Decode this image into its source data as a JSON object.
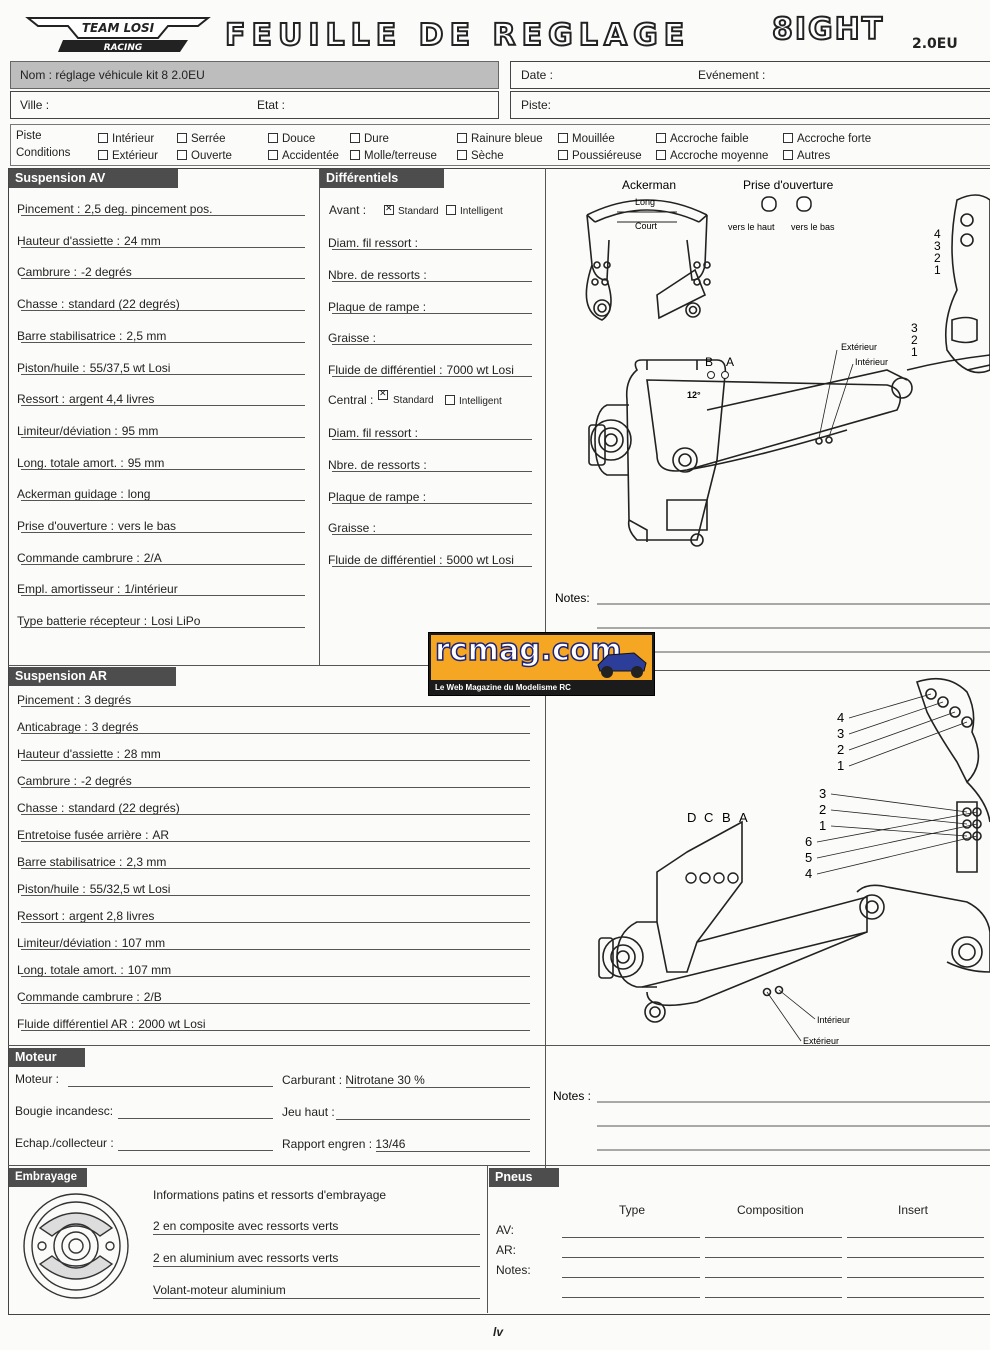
{
  "header": {
    "logo_top": "TEAM LOSI",
    "logo_bottom": "RACING",
    "title": "FEUILLE DE REGLAGE",
    "model": "8IGHT",
    "model_version": "2.0EU"
  },
  "info": {
    "nom_label": "Nom : réglage véhicule kit 8 2.0EU",
    "date_label": "Date :",
    "evenement_label": "Evénement :",
    "ville_label": "Ville :",
    "etat_label": "Etat :",
    "piste_label": "Piste:"
  },
  "conditions": {
    "piste_label": "Piste",
    "conditions_label": "Conditions",
    "row1": [
      "Intérieur",
      "Serrée",
      "Douce",
      "Dure",
      "Rainure bleue",
      "Mouillée",
      "Accroche faible",
      "Accroche forte"
    ],
    "row2": [
      "Extérieur",
      "Ouverte",
      "Accidentée",
      "Molle/terreuse",
      "Sèche",
      "Poussiéreuse",
      "Accroche moyenne",
      "Autres"
    ]
  },
  "suspension_av": {
    "title": "Suspension AV",
    "rows": [
      {
        "label": "Pincement :",
        "value": "2,5 deg. pincement pos."
      },
      {
        "label": "Hauteur d'assiette :",
        "value": "24 mm"
      },
      {
        "label": "Cambrure :",
        "value": "-2 degrés"
      },
      {
        "label": "Chasse :",
        "value": "standard (22 degrés)"
      },
      {
        "label": "Barre stabilisatrice :",
        "value": "2,5 mm"
      },
      {
        "label": "Piston/huile :",
        "value": "55/37,5 wt Losi"
      },
      {
        "label": "Ressort :",
        "value": "argent 4,4 livres"
      },
      {
        "label": "Limiteur/déviation :",
        "value": "95 mm"
      },
      {
        "label": "Long. totale amort. :",
        "value": "95 mm"
      },
      {
        "label": "Ackerman guidage :",
        "value": "long"
      },
      {
        "label": "Prise d'ouverture :",
        "value": "vers le bas"
      },
      {
        "label": "Commande cambrure :",
        "value": "2/A"
      },
      {
        "label": "Empl. amortisseur :",
        "value": "1/intérieur"
      },
      {
        "label": "Type batterie récepteur :",
        "value": "Losi LiPo"
      }
    ]
  },
  "differentiels": {
    "title": "Différentiels",
    "avant_label": "Avant :",
    "opt_standard": "Standard",
    "opt_intelligent": "Intelligent",
    "central_label": "Central :",
    "rows_front": [
      {
        "label": "Diam. fil ressort :",
        "value": ""
      },
      {
        "label": "Nbre. de ressorts :",
        "value": ""
      },
      {
        "label": "Plaque de rampe :",
        "value": ""
      },
      {
        "label": "Graisse :",
        "value": ""
      },
      {
        "label": "Fluide de différentiel :",
        "value": "7000 wt Losi"
      }
    ],
    "rows_central": [
      {
        "label": "Diam. fil ressort :",
        "value": ""
      },
      {
        "label": "Nbre. de ressorts :",
        "value": ""
      },
      {
        "label": "Plaque de rampe :",
        "value": ""
      },
      {
        "label": "Graisse :",
        "value": ""
      },
      {
        "label": "Fluide de différentiel :",
        "value": "5000 wt Losi"
      }
    ]
  },
  "diagram_front": {
    "ackerman": "Ackerman",
    "long": "Long",
    "court": "Court",
    "prise": "Prise d'ouverture",
    "vers_haut": "vers le haut",
    "vers_bas": "vers le bas",
    "b": "B",
    "a": "A",
    "angle": "12°",
    "exterieur": "Extérieur",
    "interieur": "Intérieur",
    "n4": "4",
    "n3": "3",
    "n2": "2",
    "n1": "1",
    "notes": "Notes:"
  },
  "watermark": {
    "brand": "rcmag.com",
    "tagline": "Le Web Magazine du Modelisme RC"
  },
  "suspension_ar": {
    "title": "Suspension AR",
    "rows": [
      {
        "label": "Pincement :",
        "value": "3 degrés"
      },
      {
        "label": "Anticabrage :",
        "value": "3 degrés"
      },
      {
        "label": "Hauteur d'assiette :",
        "value": "28 mm"
      },
      {
        "label": "Cambrure :",
        "value": "-2 degrés"
      },
      {
        "label": "Chasse :",
        "value": "standard (22 degrés)"
      },
      {
        "label": "Entretoise fusée arrière :",
        "value": "AR"
      },
      {
        "label": "Barre stabilisatrice :",
        "value": "2,3 mm"
      },
      {
        "label": "Piston/huile :",
        "value": "55/32,5 wt Losi"
      },
      {
        "label": "Ressort :",
        "value": "argent 2,8 livres"
      },
      {
        "label": "Limiteur/déviation :",
        "value": "107 mm"
      },
      {
        "label": "Long. totale amort. :",
        "value": "107 mm"
      },
      {
        "label": "Commande cambrure :",
        "value": "2/B"
      },
      {
        "label": "Fluide différentiel AR :",
        "value": "2000 wt Losi"
      }
    ]
  },
  "diagram_rear": {
    "d": "D",
    "c": "C",
    "b": "B",
    "a": "A",
    "n6": "6",
    "n5": "5",
    "n4": "4",
    "n3": "3",
    "n2": "2",
    "n1": "1",
    "interieur": "Intérieur",
    "exterieur": "Extérieur",
    "notes": "Notes :"
  },
  "moteur": {
    "title": "Moteur",
    "moteur_label": "Moteur :",
    "bougie_label": "Bougie incandesc:",
    "echap_label": "Echap./collecteur :",
    "carburant_label": "Carburant :",
    "carburant_value": "Nitrotane 30 %",
    "jeu_label": "Jeu haut :",
    "rapport_label": "Rapport engren :",
    "rapport_value": "13/46"
  },
  "embrayage": {
    "title": "Embrayage",
    "info": "Informations patins et ressorts d'embrayage",
    "lines": [
      "2 en composite avec ressorts verts",
      "2 en aluminium avec ressorts verts",
      "Volant-moteur aluminium"
    ]
  },
  "pneus": {
    "title": "Pneus",
    "col_type": "Type",
    "col_composition": "Composition",
    "col_insert": "Insert",
    "av": "AV:",
    "ar": "AR:",
    "notes": "Notes:"
  },
  "footer": {
    "page": "lv"
  }
}
